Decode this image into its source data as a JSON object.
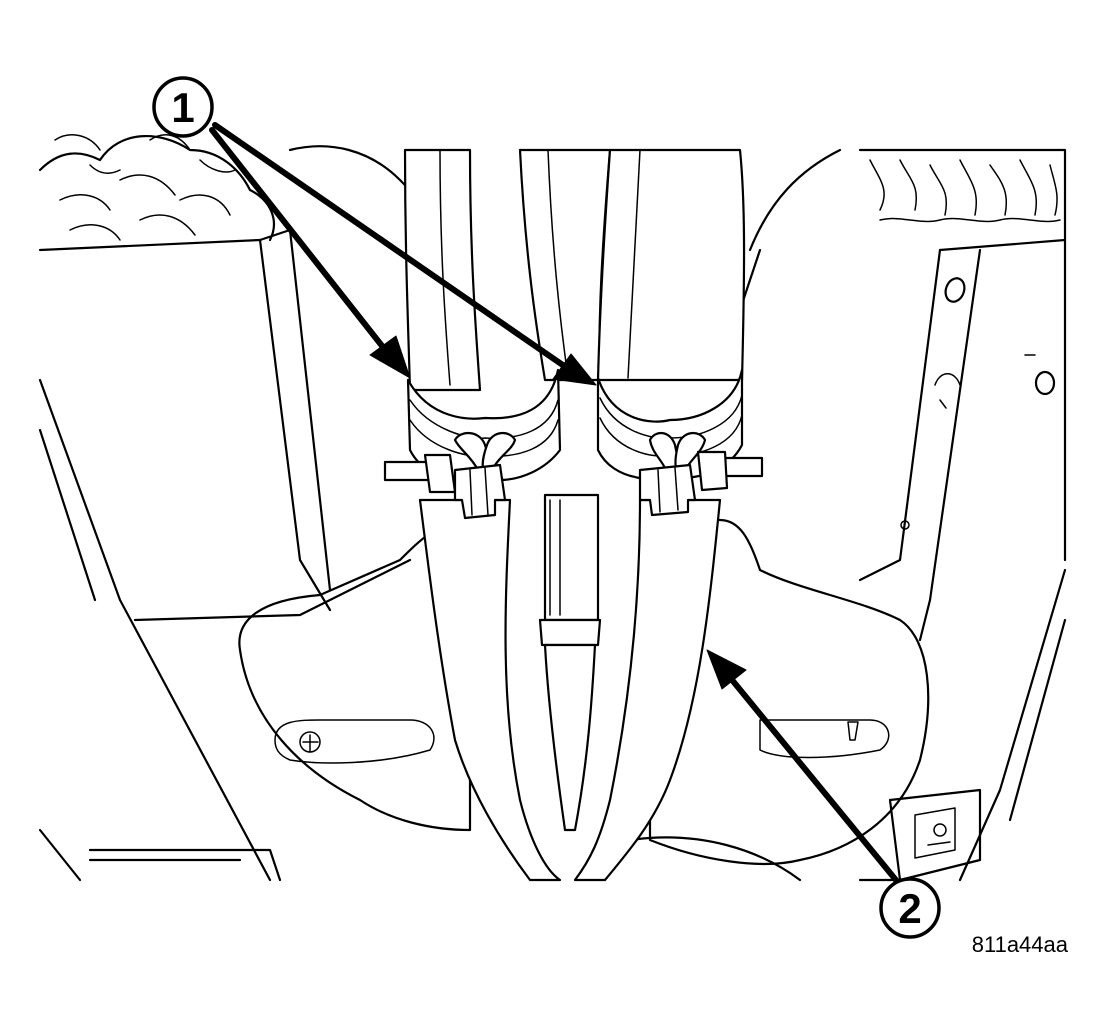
{
  "callouts": [
    {
      "id": "callout-1",
      "label": "1"
    },
    {
      "id": "callout-2",
      "label": "2"
    }
  ],
  "figure_code": "811a44aa"
}
